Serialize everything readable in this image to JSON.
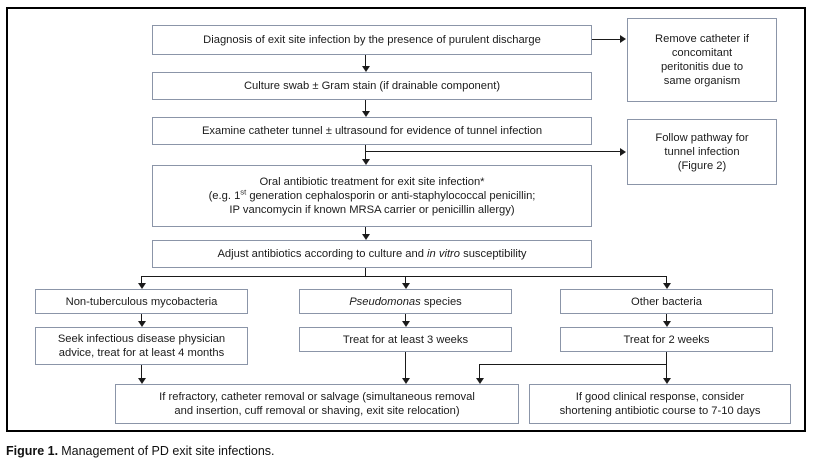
{
  "figure": {
    "caption_label": "Figure 1.",
    "caption_text": "Management of PD exit site infections.",
    "border_color": "#000000",
    "node_border_color": "#8b95a8",
    "connector_color": "#1a1a1a"
  },
  "nodes": {
    "diagnosis": {
      "label": "Diagnosis of exit site infection by the presence of purulent discharge"
    },
    "remove_catheter": {
      "line1": "Remove catheter if",
      "line2": "concomitant",
      "line3": "peritonitis due to",
      "line4": "same organism"
    },
    "culture_swab": {
      "label": "Culture swab ± Gram stain (if drainable component)"
    },
    "examine_tunnel": {
      "label": "Examine catheter tunnel ± ultrasound for evidence of tunnel infection"
    },
    "follow_pathway": {
      "line1": "Follow pathway for",
      "line2": "tunnel infection",
      "line3": "(Figure 2)"
    },
    "oral_antibiotic": {
      "line1": "Oral antibiotic treatment for exit site infection*",
      "line2_a": "(e.g. 1",
      "line2_sup": "st",
      "line2_b": " generation cephalosporin or anti-staphylococcal penicillin;",
      "line3": "IP vancomycin if known MRSA carrier or penicillin allergy)"
    },
    "adjust_antibiotics": {
      "pre": "Adjust antibiotics according to culture and ",
      "italic": "in vitro",
      "post": " susceptibility"
    },
    "non_tuberculous": {
      "label": "Non-tuberculous mycobacteria"
    },
    "pseudomonas": {
      "italic": "Pseudomonas",
      "post": " species"
    },
    "other_bacteria": {
      "label": "Other bacteria"
    },
    "seek_id_physician": {
      "line1": "Seek infectious disease physician",
      "line2": "advice, treat for at least 4 months"
    },
    "treat_3_weeks": {
      "label": "Treat for at least 3 weeks"
    },
    "treat_2_weeks": {
      "label": "Treat for 2 weeks"
    },
    "refractory": {
      "line1": "If refractory, catheter removal or salvage (simultaneous removal",
      "line2": "and insertion, cuff removal or shaving, exit site relocation)"
    },
    "good_response": {
      "line1": "If good clinical response, consider",
      "line2": "shortening antibiotic course to 7-10 days"
    }
  }
}
